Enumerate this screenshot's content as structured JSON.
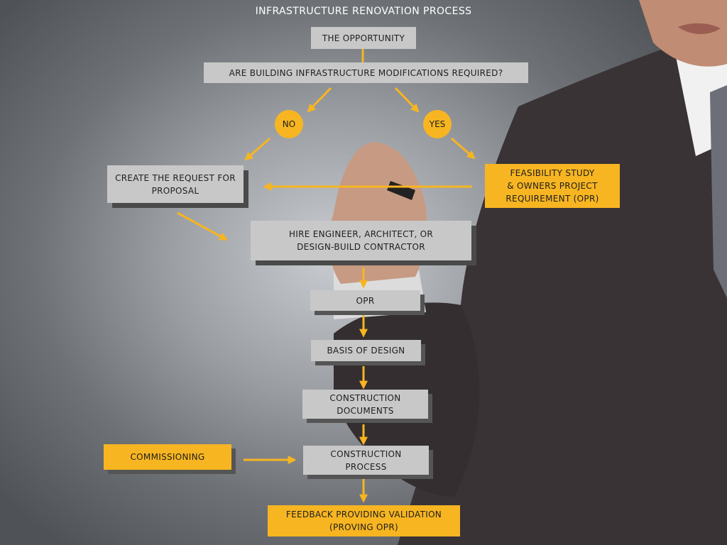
{
  "diagram": {
    "title": "INFRASTRUCTURE RENOVATION PROCESS",
    "nodes": {
      "opportunity": "THE OPPORTUNITY",
      "question": "ARE BUILDING INFRASTRUCTURE MODIFICATIONS REQUIRED?",
      "no": "NO",
      "yes": "YES",
      "rfp_line1": "CREATE THE REQUEST FOR",
      "rfp_line2": "PROPOSAL",
      "feasibility_line1": "FEASIBILITY STUDY",
      "feasibility_line2": "& OWNERS PROJECT",
      "feasibility_line3": "REQUIREMENT (OPR)",
      "hire_line1": "HIRE ENGINEER, ARCHITECT, OR",
      "hire_line2": "DESIGN-BUILD CONTRACTOR",
      "opr": "OPR",
      "basis": "BASIS OF DESIGN",
      "docs_line1": "CONSTRUCTION",
      "docs_line2": "DOCUMENTS",
      "commissioning": "COMMISSIONING",
      "process_line1": "CONSTRUCTION",
      "process_line2": "PROCESS",
      "feedback_line1": "FEEDBACK PROVIDING VALIDATION",
      "feedback_line2": "(PROVING OPR)"
    },
    "colors": {
      "accent": "#f7b521",
      "box_grey": "#c8c8c8",
      "shadow": "#4a4a4a",
      "text": "#1e1e1e",
      "title": "#ffffff"
    }
  }
}
